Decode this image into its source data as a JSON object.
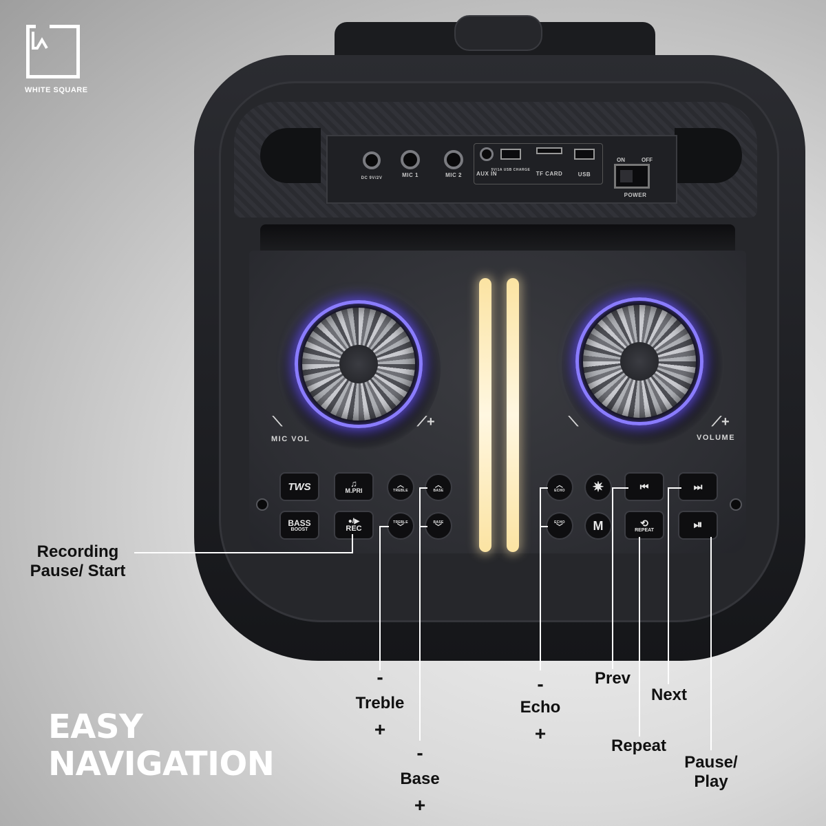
{
  "brand": {
    "name": "WHITE SQUARE",
    "logo_icon": "white-square-logo-icon"
  },
  "headline": {
    "line1": "EASY",
    "line2": "NAVIGATION"
  },
  "io_panel": {
    "ports": [
      {
        "label": "DC 9V/2V"
      },
      {
        "label": "MIC 1"
      },
      {
        "label": "MIC 2"
      },
      {
        "label": "AUX IN"
      },
      {
        "label": "5V/1A USB CHARGE"
      },
      {
        "label": "TF CARD"
      },
      {
        "label": "USB"
      }
    ],
    "power_switch": {
      "on_label": "ON",
      "off_label": "OFF",
      "label": "POWER"
    }
  },
  "knobs": {
    "left": {
      "label": "MIC VOL"
    },
    "right": {
      "label": "VOLUME"
    }
  },
  "buttons": {
    "tws": "TWS",
    "mpri": "M.PRI",
    "treble_up": "TREBLE",
    "base_up": "BASE",
    "bass_boost_line1": "BASS",
    "bass_boost_line2": "BOOST",
    "rec": "REC",
    "rec_symbol": "●/▶",
    "treble_down": "TREBLE",
    "base_down": "BASE",
    "echo_up": "ECHO",
    "echo_down": "ECHO",
    "mode": "M",
    "repeat": "REPEAT",
    "light_icon": "sun-icon",
    "prev_icon": "prev-track-icon",
    "next_icon": "next-track-icon",
    "play_pause_icon": "play-pause-icon"
  },
  "callouts": {
    "recording_line1": "Recording",
    "recording_line2": "Pause/ Start",
    "treble": {
      "minus": "-",
      "label": "Treble",
      "plus": "+"
    },
    "base": {
      "minus": "-",
      "label": "Base",
      "plus": "+"
    },
    "echo": {
      "minus": "-",
      "label": "Echo",
      "plus": "+"
    },
    "prev": "Prev",
    "next": "Next",
    "repeat": "Repeat",
    "pause_play_line1": "Pause/",
    "pause_play_line2": "Play"
  },
  "colors": {
    "knob_glow": "#8a7cff",
    "light_bar": "#fff7e1",
    "speaker_body": "#1e1f23",
    "headline_text": "#ffffff",
    "callout_text": "#111111"
  }
}
